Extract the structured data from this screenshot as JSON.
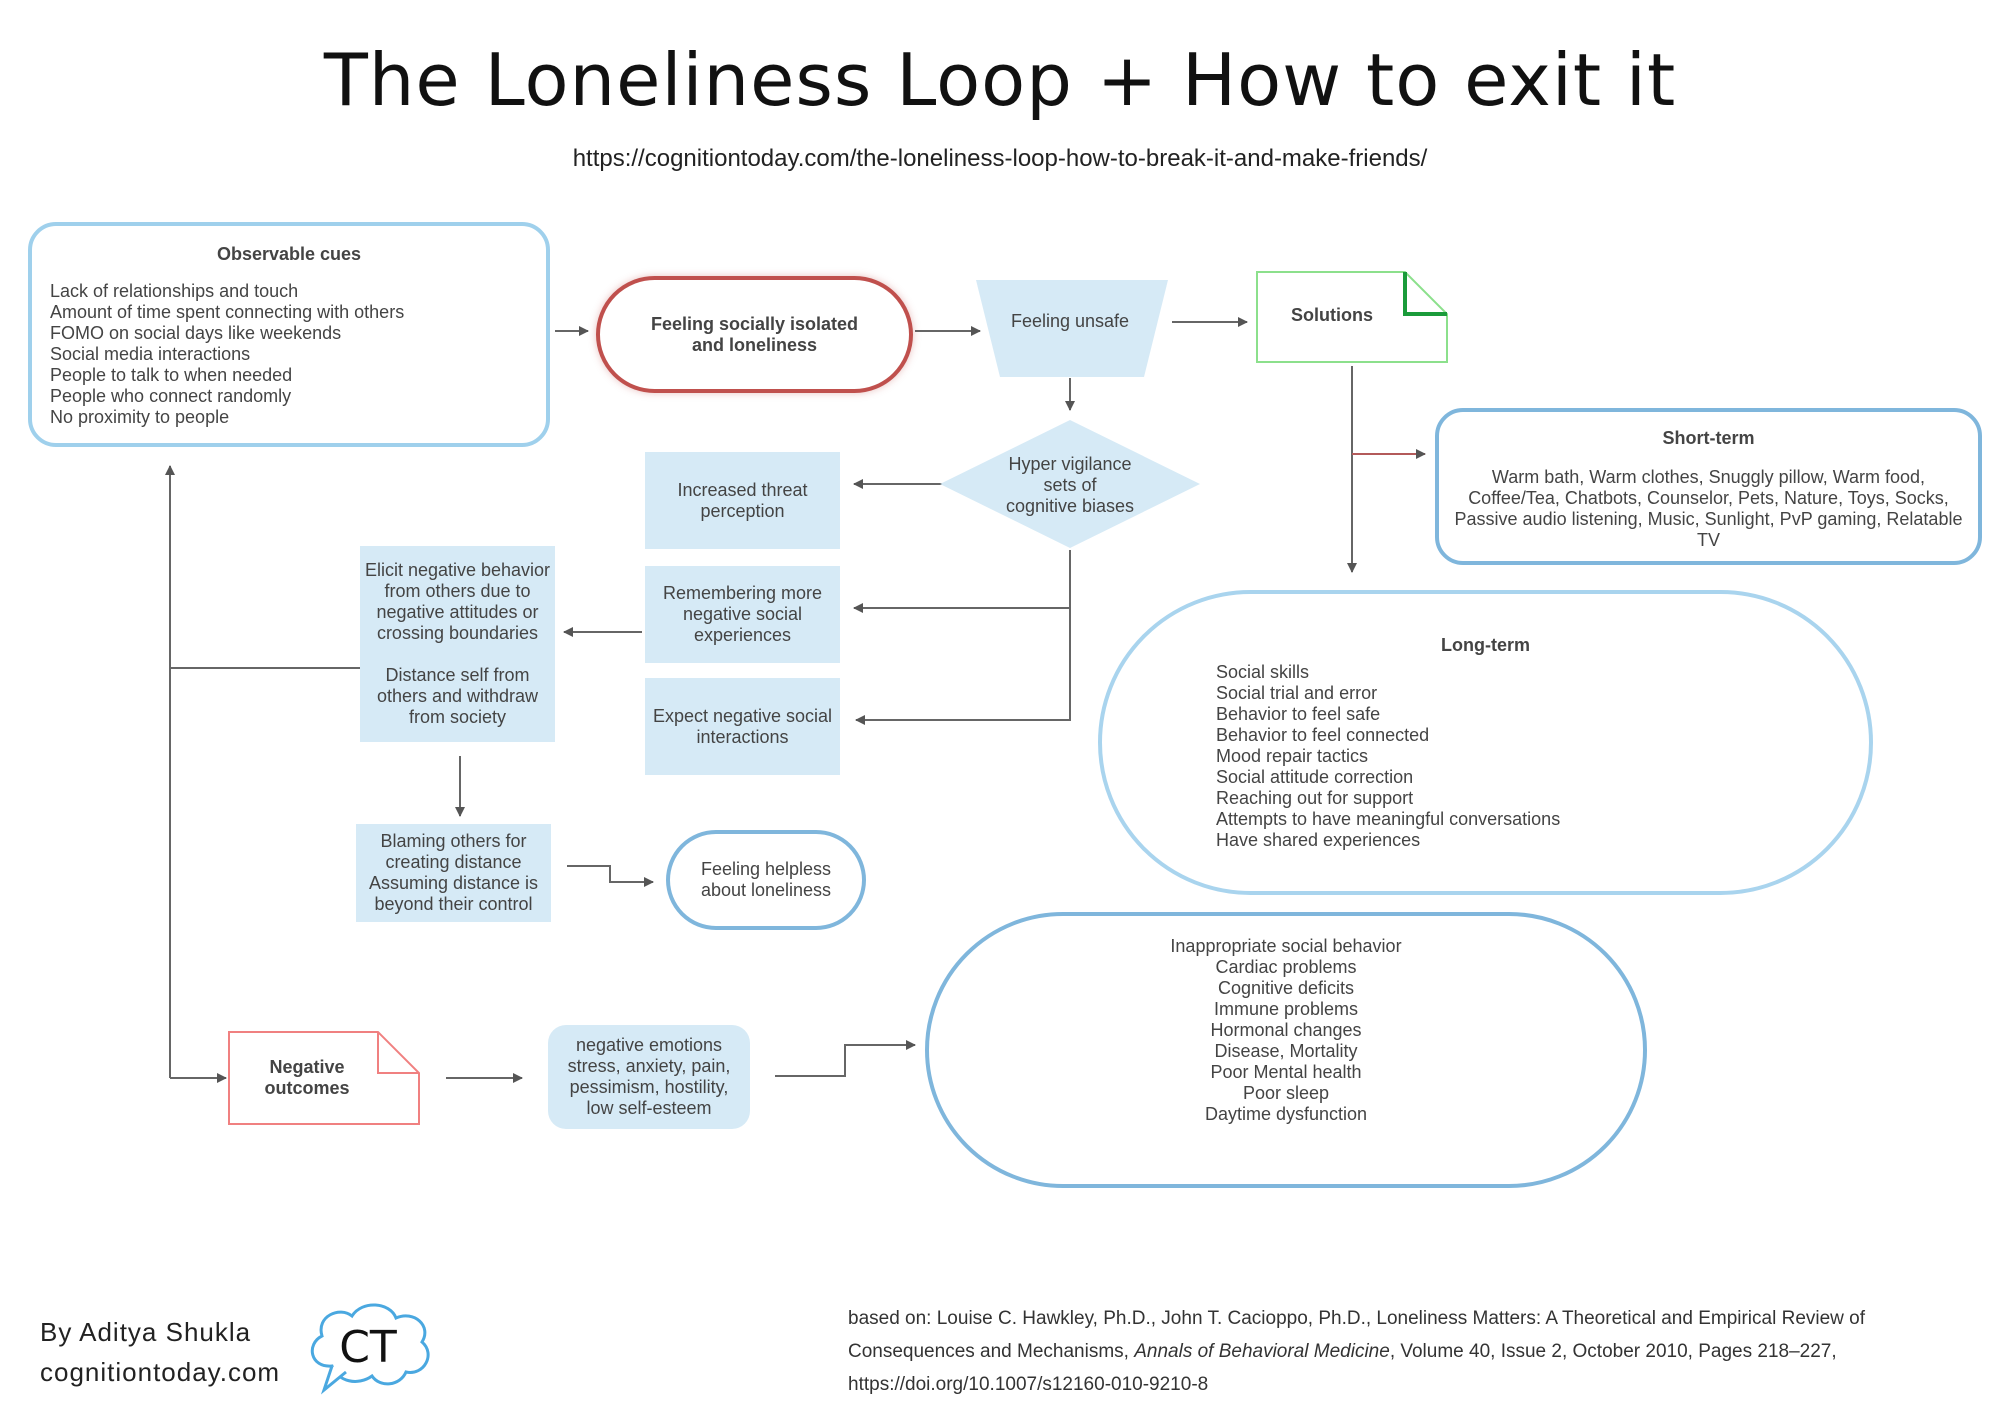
{
  "title": "The Loneliness Loop + How to exit it",
  "url": "https://cognitiontoday.com/the-loneliness-loop-how-to-break-it-and-make-friends/",
  "nodes": {
    "observable": {
      "heading": "Observable cues",
      "items": "Lack of relationships and touch\nAmount of time spent connecting with others\nFOMO on social days like weekends\nSocial media interactions\nPeople to talk to when needed\nPeople who connect randomly\nNo proximity to people"
    },
    "isolated": "Feeling socially isolated\nand loneliness",
    "unsafe": "Feeling unsafe",
    "solutions": "Solutions",
    "hypervigilance": "Hyper vigilance\nsets of\ncognitive biases",
    "threat": "Increased threat\nperception",
    "remembering": "Remembering more\nnegative social\nexperiences",
    "expect": "Expect negative social\ninteractions",
    "elicit": "Elicit negative behavior\nfrom others due to\nnegative attitudes or\ncrossing boundaries\n\nDistance self from\nothers and withdraw\nfrom society",
    "blaming": "Blaming others for\ncreating distance\nAssuming distance is\nbeyond their control",
    "helpless": "Feeling helpless\nabout loneliness",
    "short_term": {
      "heading": "Short-term",
      "text": "Warm bath, Warm clothes, Snuggly pillow, Warm food,\nCoffee/Tea, Chatbots, Counselor, Pets, Nature, Toys, Socks,\nPassive audio listening, Music, Sunlight, PvP gaming, Relatable\nTV"
    },
    "long_term": {
      "heading": "Long-term",
      "items": "Social skills\nSocial trial and error\nBehavior to feel safe\nBehavior to feel connected\nMood repair tactics\nSocial attitude correction\nReaching out for support\nAttempts to have meaningful conversations\nHave shared experiences"
    },
    "negative_outcomes": "Negative\noutcomes",
    "emotions": "negative emotions\nstress, anxiety, pain,\npessimism, hostility,\nlow self-esteem",
    "health": "Inappropriate social behavior\nCardiac problems\nCognitive deficits\nImmune problems\nHormonal changes\nDisease, Mortality\nPoor Mental health\nPoor sleep\nDaytime dysfunction"
  },
  "footer": {
    "author": "By Aditya Shukla",
    "site": "cognitiontoday.com",
    "logo": "CT",
    "reference_line1": "based on: Louise C. Hawkley, Ph.D., John T. Cacioppo, Ph.D., Loneliness Matters: A Theoretical and Empirical Review of",
    "reference_line2a": "Consequences and Mechanisms, ",
    "reference_journal": "Annals of Behavioral Medicine",
    "reference_line2b": ", Volume 40, Issue 2, October 2010, Pages 218–227,",
    "reference_line3": "https://doi.org/10.1007/s12160-010-9210-8"
  },
  "colors": {
    "box_fill": "#d6eaf6",
    "blue_border": "#9fd0ec",
    "red_border": "#c0504d",
    "green_border": "#7ed67e",
    "pink_border": "#f08080",
    "arrow": "#666666"
  }
}
